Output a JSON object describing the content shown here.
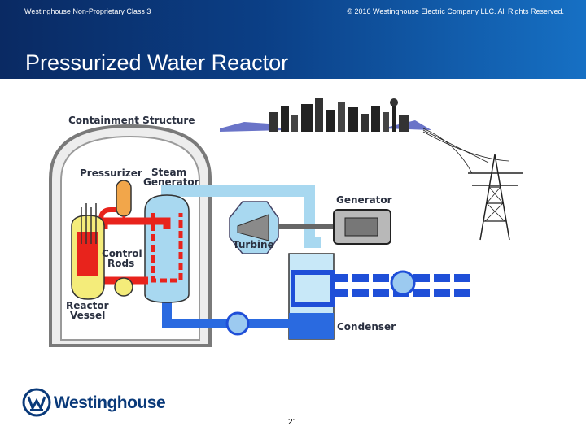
{
  "header": {
    "classification": "Westinghouse Non-Proprietary Class 3",
    "copyright": "© 2016 Westinghouse Electric Company LLC. All Rights Reserved.",
    "title": "Pressurized Water Reactor"
  },
  "diagram": {
    "labels": {
      "containment": "Containment Structure",
      "pressurizer": "Pressurizer",
      "steam_gen_1": "Steam",
      "steam_gen_2": "Generator",
      "generator": "Generator",
      "turbine": "Turbine",
      "control_rods_1": "Control",
      "control_rods_2": "Rods",
      "reactor_vessel_1": "Reactor",
      "reactor_vessel_2": "Vessel",
      "condenser": "Condenser"
    },
    "colors": {
      "primary_loop": "#e8231c",
      "steam": "#a8d8f0",
      "cooling_water": "#1f4fd8",
      "containment": "#7a7a7a"
    }
  },
  "footer": {
    "logo_text": "Westinghouse",
    "page_number": "21"
  }
}
